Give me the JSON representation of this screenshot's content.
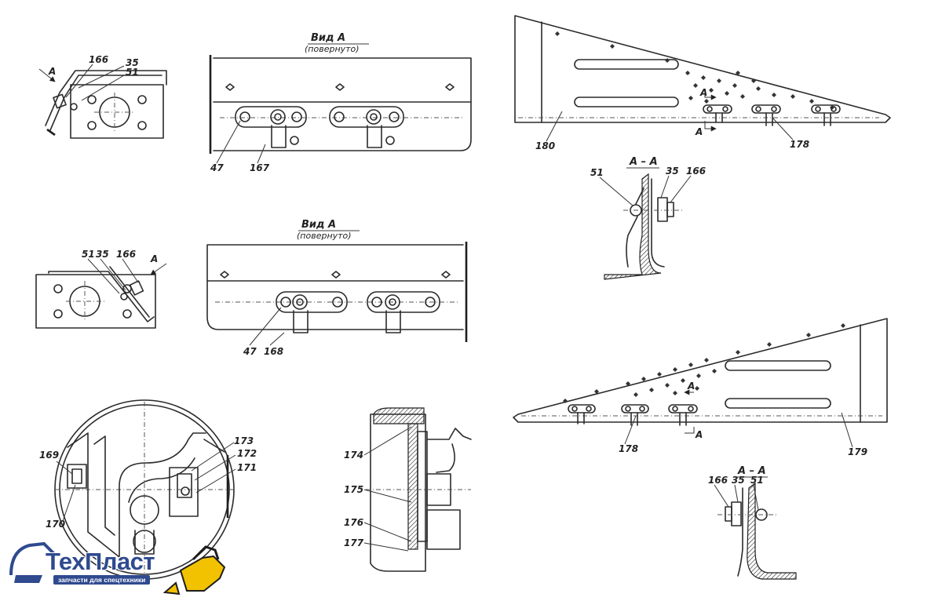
{
  "views": {
    "top": {
      "title": "Вид А",
      "subtitle": "(повернуто)"
    },
    "middle": {
      "title": "Вид А",
      "subtitle": "(повернуто)"
    },
    "section_top": {
      "title": "А – А"
    },
    "section_bottom": {
      "title": "А – А"
    }
  },
  "labels": {
    "a_arrow_top": "А",
    "a_arrow_mid": "А",
    "p166_top": "166",
    "p35_top": "35",
    "p51_top": "51",
    "p51_mid": "51",
    "p35_mid": "35",
    "p166_mid": "166",
    "p47_top": "47",
    "p167": "167",
    "p47_mid": "47",
    "p168": "168",
    "p180": "180",
    "p178_top": "178",
    "a_cut_top1": "А",
    "a_cut_top2": "А",
    "sec1_51": "51",
    "sec1_35": "35",
    "sec1_166": "166",
    "p178_bot": "178",
    "p179": "179",
    "a_cut_bot1": "А",
    "a_cut_bot2": "А",
    "sec2_166": "166",
    "sec2_35": "35",
    "sec2_51": "51",
    "p169": "169",
    "p170": "170",
    "p173": "173",
    "p172": "172",
    "p171": "171",
    "p174": "174",
    "p175": "175",
    "p176": "176",
    "p177": "177"
  },
  "logo": {
    "name": "ТехПласт",
    "tagline": "запчасти для спецтехники",
    "brand_color": "#2f4a8f",
    "accent_color": "#f2c200",
    "icon": "excavator-icon"
  }
}
